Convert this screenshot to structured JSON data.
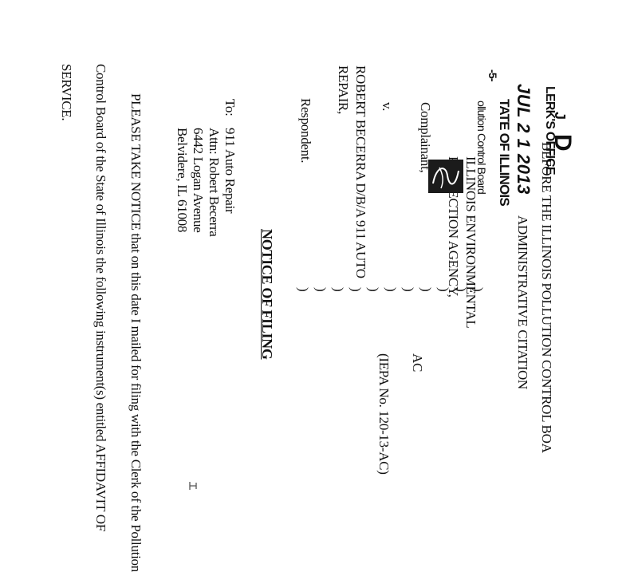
{
  "stamp": {
    "letter": "J",
    "letters": "D",
    "clerks_office": "LERK'S OFFICE",
    "date": "JUL 2 1 2013",
    "state_of": "TATE OF ILLINOIS",
    "pcb": "ollution Control Board",
    "mark": "-5-"
  },
  "caption": {
    "court_line1": "BEFORE THE ILLINOIS POLLUTION CONTROL BOA",
    "court_line2": "ADMINISTRATIVE CITATION",
    "complainant_a": "ILLINOIS ENVIRONMENTAL",
    "complainant_b": "PROTECTION AGENCY,",
    "complainant_label": "Complainant,",
    "versus": "v.",
    "respondent_line1": "ROBERT BECERRA D/B/A 911 AUTO",
    "respondent_line2": "REPAIR,",
    "respondent_label": "Respondent.",
    "case_ac": "AC",
    "case_no": "(IEPA No. 120-13-AC)"
  },
  "notice": {
    "title": "NOTICE OF FILING"
  },
  "addressee": {
    "to_label": "To:",
    "line1": "911 Auto Repair",
    "line2": "Attn: Robert Becerra",
    "line3": "6442 Logan Avenue",
    "line4": "Belvidere, IL  61008"
  },
  "body": {
    "line1": "PLEASE TAKE NOTICE that on this date I mailed for filing with the Clerk of the Pollution",
    "line2": "Control Board of the State of Illinois the following instrument(s) entitled AFFIDAVIT OF",
    "line3": "SERVICE."
  }
}
